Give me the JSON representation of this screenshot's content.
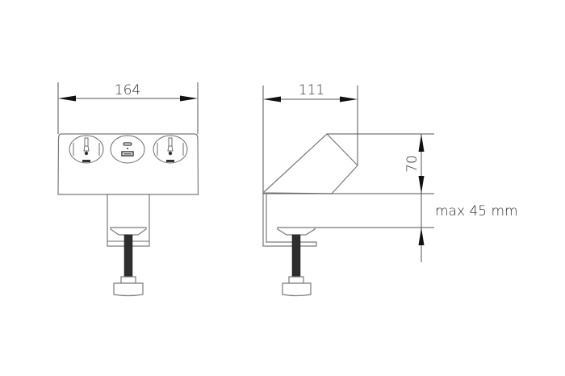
{
  "drawing": {
    "title": "Desk-clamp power socket unit — technical drawing",
    "units": "mm",
    "line_color": "#6b6b6b",
    "arrow_color": "#111111",
    "text_color": "#333333"
  },
  "front_view": {
    "width_dimension": "164",
    "sockets": [
      {
        "type": "schuko-socket-icon"
      },
      {
        "type": "usb-a-c-charger-icon",
        "ports": [
          "USB-C",
          "USB-A"
        ]
      },
      {
        "type": "schuko-socket-icon"
      }
    ]
  },
  "side_view": {
    "depth_dimension": "111",
    "height_dimension": "70",
    "clamp_range_label": "max 45 mm"
  }
}
